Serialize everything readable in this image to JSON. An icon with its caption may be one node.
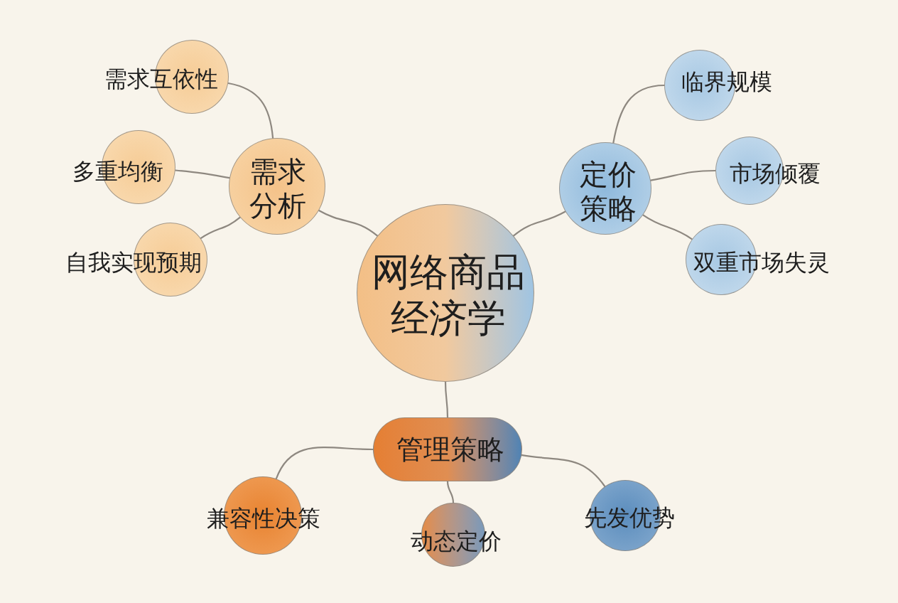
{
  "diagram": {
    "nodes": [
      {
        "text": [
          "网络商品经济学"
        ]
      },
      {
        "text": [
          "需求分析"
        ]
      },
      {
        "text": [
          "需求互依性"
        ]
      },
      {
        "text": [
          "多重均衡"
        ]
      },
      {
        "text": [
          "自我实现预期"
        ]
      },
      {
        "text": [
          "定价策略"
        ]
      },
      {
        "text": [
          "临界规模"
        ]
      },
      {
        "text": [
          "市场倾覆"
        ]
      },
      {
        "text": [
          "双重市场失灵"
        ]
      },
      {
        "text": [
          "管理策略"
        ]
      },
      {
        "text": [
          "兼容性决策"
        ]
      },
      {
        "text": [
          "动态定价"
        ]
      },
      {
        "text": [
          "先发优势"
        ]
      }
    ],
    "edges": [
      {
        "from": 0,
        "to": 1,
        "arrow": "none"
      },
      {
        "from": 1,
        "to": 2,
        "arrow": "none"
      },
      {
        "from": 1,
        "to": 3,
        "arrow": "none"
      },
      {
        "from": 1,
        "to": 4,
        "arrow": "none"
      },
      {
        "from": 0,
        "to": 5,
        "arrow": "none"
      },
      {
        "from": 5,
        "to": 6,
        "arrow": "none"
      },
      {
        "from": 5,
        "to": 7,
        "arrow": "none"
      },
      {
        "from": 5,
        "to": 8,
        "arrow": "none"
      },
      {
        "from": 0,
        "to": 9,
        "arrow": "none"
      },
      {
        "from": 9,
        "to": 10,
        "arrow": "none"
      },
      {
        "from": 9,
        "to": 11,
        "arrow": "none"
      },
      {
        "from": 9,
        "to": 12,
        "arrow": "none"
      }
    ]
  }
}
